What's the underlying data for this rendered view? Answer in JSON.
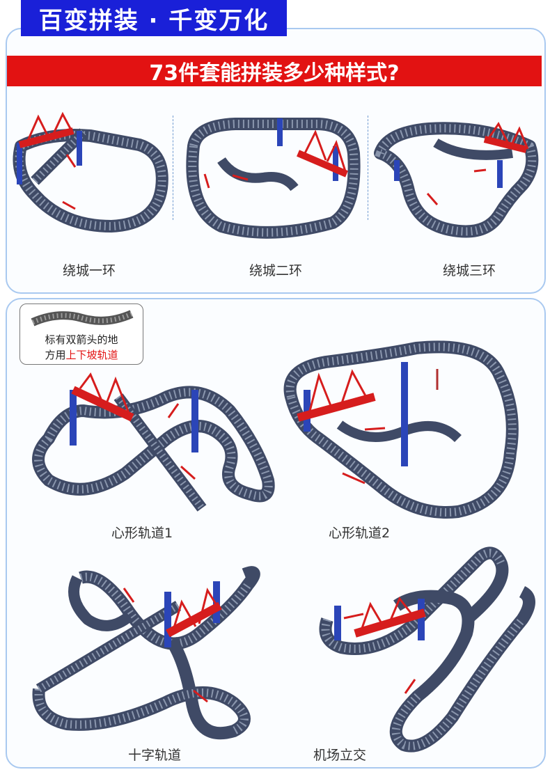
{
  "header": {
    "tag": "百变拼装 · 千变万化",
    "banner": "73件套能拼装多少种样式?"
  },
  "legend": {
    "line1": "标有双箭头的地",
    "line2_prefix": "方用",
    "line2_highlight": "上下坡轨道"
  },
  "layouts_row1": [
    {
      "label": "绕城一环"
    },
    {
      "label": "绕城二环"
    },
    {
      "label": "绕城三环"
    }
  ],
  "layouts_row2": [
    {
      "label": "心形轨道1"
    },
    {
      "label": "心形轨道2"
    }
  ],
  "layouts_row3": [
    {
      "label": "十字轨道"
    },
    {
      "label": "机场立交"
    }
  ],
  "colors": {
    "tag_bg": "#1a20d8",
    "banner_bg": "#e21212",
    "track": "#6e7a93",
    "track_edge": "#3f4a66",
    "pillar": "#2b45b8",
    "bridge": "#d61d1d",
    "panel_border": "#a9c9f0"
  },
  "icons": {
    "legend_piece": "slope-track-piece-icon",
    "arrow": "double-arrow-icon",
    "bridge": "red-bridge-icon",
    "pillar": "blue-pillar-icon"
  }
}
